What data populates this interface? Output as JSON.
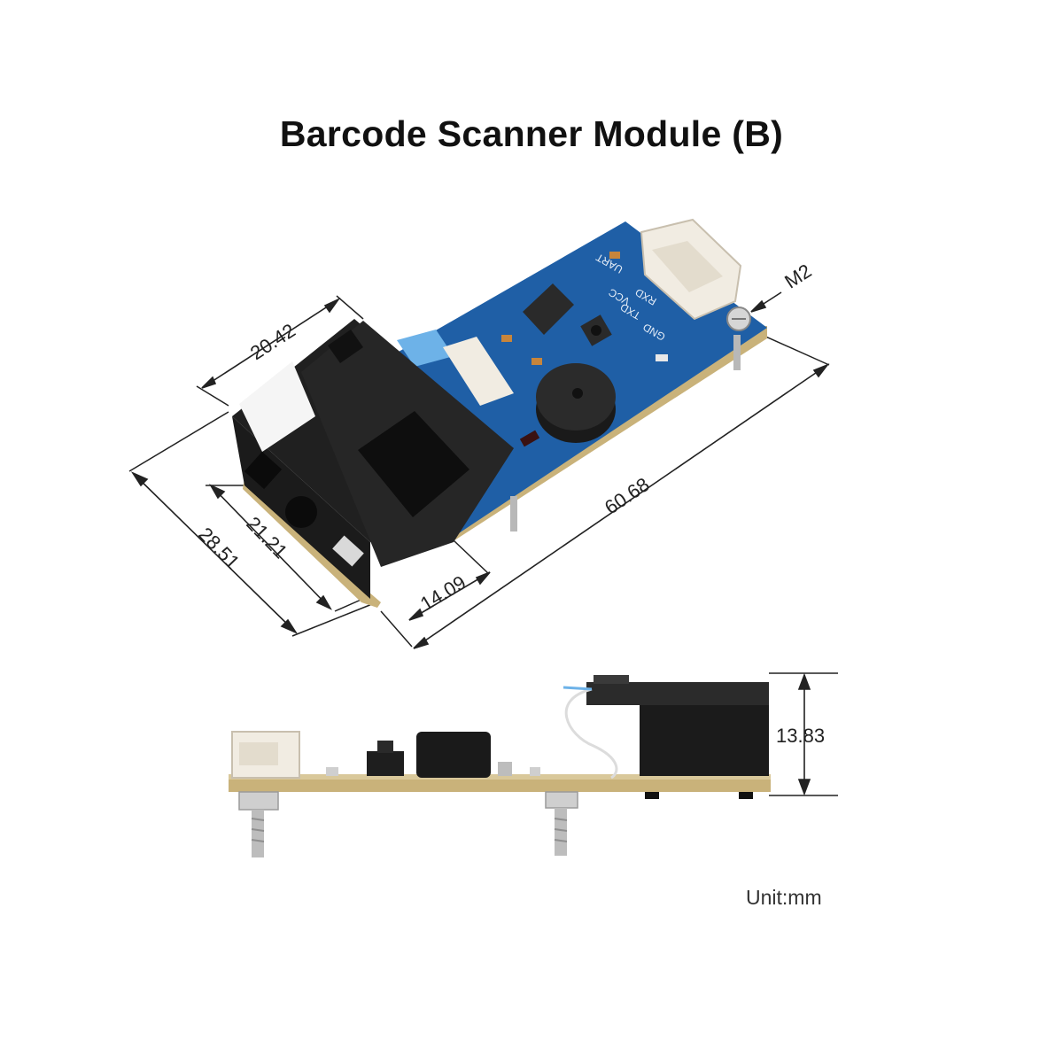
{
  "title": "Barcode Scanner Module (B)",
  "unit_note": "Unit:mm",
  "dimensions": {
    "width_top": "20.42",
    "length": "60.68",
    "depth_outer": "28.51",
    "depth_inner": "21.21",
    "offset": "14.09",
    "height": "13.83",
    "screw": "M2"
  },
  "silkscreen": {
    "header": "UART",
    "pins": [
      "VCC",
      "TXD",
      "RXD",
      "GND"
    ]
  },
  "colors": {
    "pcb_blue": "#1f5fa6",
    "module_black": "#1b1b1b",
    "board_edge": "#c9b27a",
    "connector": "#f1ece2",
    "dimension_line": "#222222"
  }
}
